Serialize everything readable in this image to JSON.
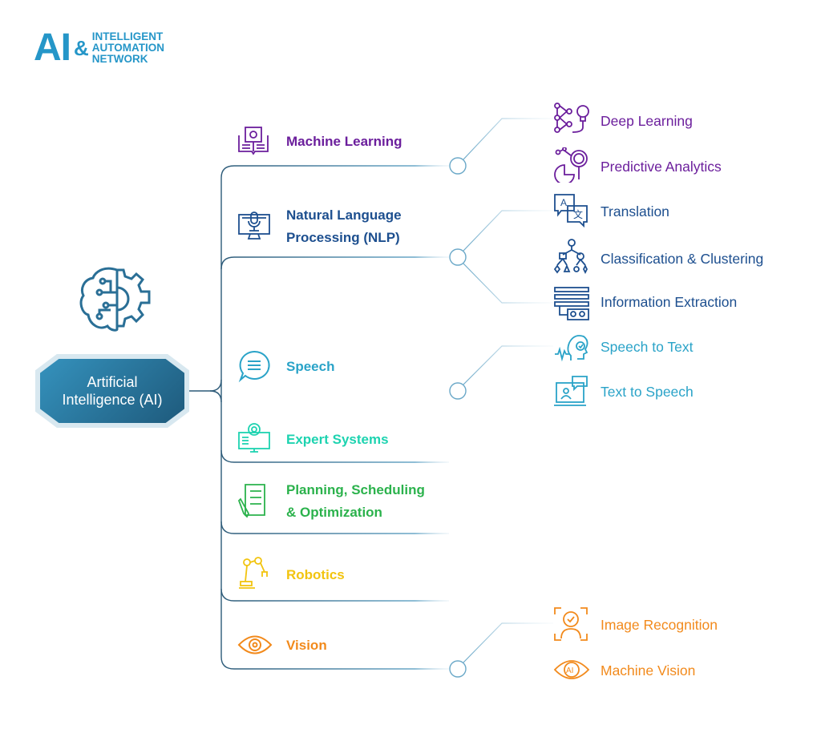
{
  "logo": {
    "ai": "AI",
    "amp": "&",
    "line1": "INTELLIGENT",
    "line2": "AUTOMATION",
    "line3": "NETWORK"
  },
  "root": {
    "line1": "Artificial",
    "line2": "Intelligence (AI)"
  },
  "categories": [
    {
      "label1": "Machine Learning",
      "color": "#6b1e9c",
      "icon": "book-chip-icon"
    },
    {
      "label1": "Natural Language",
      "label2": "Processing (NLP)",
      "color": "#1d4f8f",
      "icon": "monitor-microphone-icon"
    },
    {
      "label1": "Speech",
      "color": "#2aa3c8",
      "icon": "speech-bubble-icon"
    },
    {
      "label1": "Expert Systems",
      "color": "#1dd3b0",
      "icon": "monitor-gear-icon"
    },
    {
      "label1": "Planning, Scheduling",
      "label2": "& Optimization",
      "color": "#2bb24c",
      "icon": "checklist-pen-icon"
    },
    {
      "label1": "Robotics",
      "color": "#f2c40f",
      "icon": "robot-arm-icon"
    },
    {
      "label1": "Vision",
      "color": "#f28a1c",
      "icon": "eye-icon"
    }
  ],
  "subitems": {
    "ml": [
      {
        "label": "Deep Learning",
        "icon": "neural-network-bulb-icon"
      },
      {
        "label": "Predictive Analytics",
        "icon": "analytics-magnifier-icon"
      }
    ],
    "nlp": [
      {
        "label": "Translation",
        "icon": "translate-icon"
      },
      {
        "label": "Classification & Clustering",
        "icon": "tree-shapes-icon"
      },
      {
        "label": "Information Extraction",
        "icon": "data-extraction-icon"
      }
    ],
    "speech": [
      {
        "label": "Speech to Text",
        "icon": "voice-head-icon"
      },
      {
        "label": "Text to Speech",
        "icon": "laptop-person-icon"
      }
    ],
    "vision": [
      {
        "label": "Image Recognition",
        "icon": "face-scan-icon"
      },
      {
        "label": "Machine Vision",
        "icon": "ai-eye-icon"
      }
    ]
  },
  "colors": {
    "line": "#2c5a78",
    "branch": "#6aa8c8"
  }
}
